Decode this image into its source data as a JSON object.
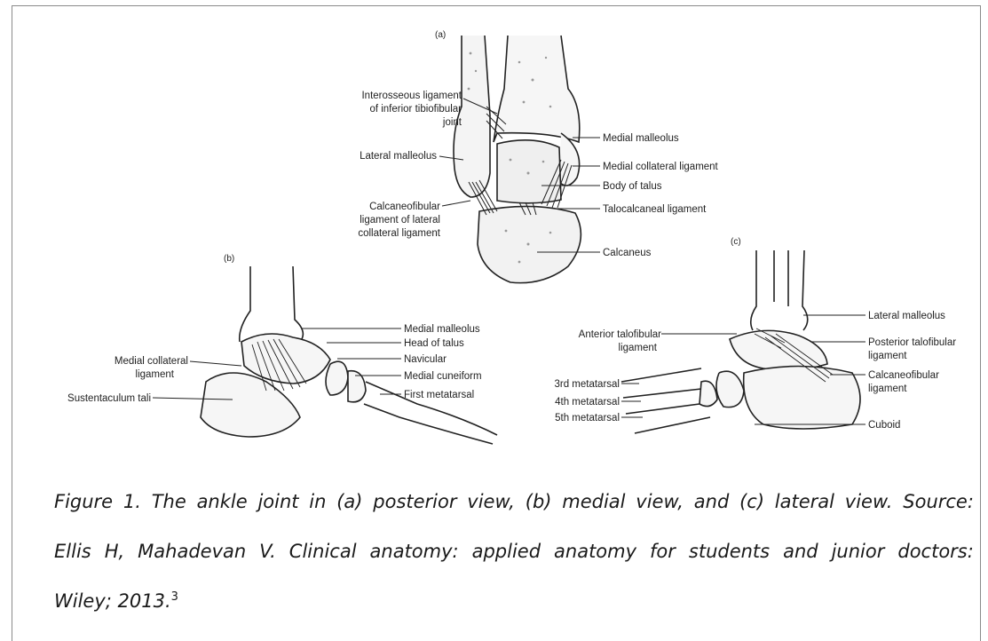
{
  "panels": {
    "a": "(a)",
    "b": "(b)",
    "c": "(c)"
  },
  "labels_a": {
    "interosseous_1": "Interosseous ligament",
    "interosseous_2": "of inferior tibiofibular",
    "interosseous_3": "joint",
    "lateral_malleolus": "Lateral malleolus",
    "calcaneofibular_1": "Calcaneofibular",
    "calcaneofibular_2": "ligament of lateral",
    "calcaneofibular_3": "collateral ligament",
    "medial_malleolus": "Medial malleolus",
    "medial_collateral": "Medial collateral ligament",
    "body_of_talus": "Body of talus",
    "talocalcaneal": "Talocalcaneal ligament",
    "calcaneus": "Calcaneus"
  },
  "labels_b": {
    "medial_collateral_1": "Medial collateral",
    "medial_collateral_2": "ligament",
    "sustentaculum": "Sustentaculum tali",
    "medial_malleolus": "Medial malleolus",
    "head_of_talus": "Head of talus",
    "navicular": "Navicular",
    "medial_cuneiform": "Medial cuneiform",
    "first_metatarsal": "First metatarsal"
  },
  "labels_c": {
    "anterior_talofibular_1": "Anterior talofibular",
    "anterior_talofibular_2": "ligament",
    "third_metatarsal": "3rd metatarsal",
    "fourth_metatarsal": "4th metatarsal",
    "fifth_metatarsal": "5th metatarsal",
    "lateral_malleolus": "Lateral malleolus",
    "posterior_talofibular_1": "Posterior talofibular",
    "posterior_talofibular_2": "ligament",
    "calcaneofibular_1": "Calcaneofibular",
    "calcaneofibular_2": "ligament",
    "cuboid": "Cuboid"
  },
  "caption": {
    "line1_words": [
      "Figure",
      "1.",
      "The",
      "ankle",
      "joint",
      "in",
      "(a)",
      "posterior",
      "view,",
      "(b)",
      "medial",
      "view,",
      "and",
      "(c)",
      "lateral",
      "view.",
      "Source:"
    ],
    "line2_words": [
      "Ellis",
      "H,",
      "Mahadevan",
      "V.",
      "Clinical",
      "anatomy:",
      "applied",
      "anatomy",
      "for",
      "students",
      "and",
      "junior",
      "doctors:"
    ],
    "line3": "Wiley; 2013.",
    "reference": "3"
  }
}
